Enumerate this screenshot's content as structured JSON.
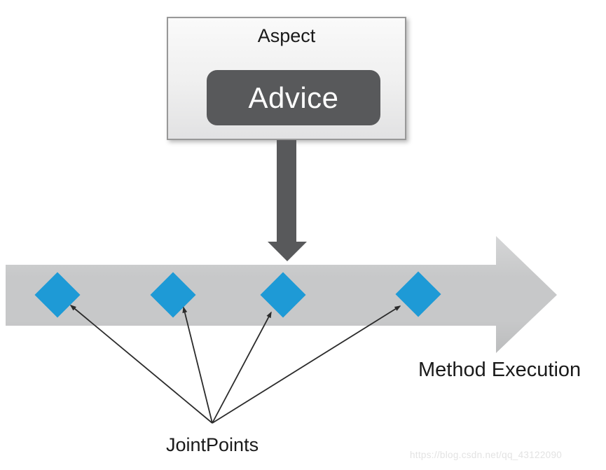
{
  "diagram": {
    "aspect_label": "Aspect",
    "advice_label": "Advice",
    "method_execution_label": "Method Execution",
    "jointpoints_label": "JointPoints",
    "watermark": "https://blog.csdn.net/qq_43122090",
    "joint_points_count": 4,
    "colors": {
      "diamond_blue": "#1e9ad6",
      "dark_gray": "#58595b",
      "bar_gray": "#c7c8c9",
      "box_fill_top": "#fafafa",
      "box_fill_bottom": "#e2e2e3",
      "box_border": "#989898",
      "text": "#1a1a1a",
      "watermark_gray": "#e3e3e3"
    }
  }
}
